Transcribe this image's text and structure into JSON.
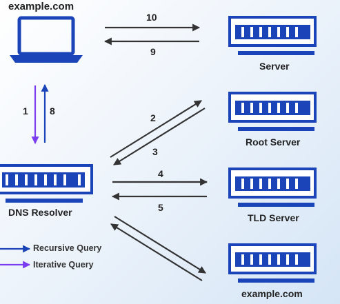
{
  "client": {
    "label": "example.com"
  },
  "resolver": {
    "label": "DNS Resolver"
  },
  "servers": [
    {
      "label": "Server"
    },
    {
      "label": "Root Server"
    },
    {
      "label": "TLD Server"
    },
    {
      "label": "example.com"
    }
  ],
  "steps": [
    "1",
    "2",
    "3",
    "4",
    "5",
    "8",
    "9",
    "10"
  ],
  "legend": {
    "recursive": "Recursive Query",
    "iterative": "Iterative Query"
  },
  "colors": {
    "server_blue": "#1a44b8",
    "arrow_dark": "#333333",
    "recursive": "#1a44b8",
    "iterative": "#7a3ef0"
  }
}
